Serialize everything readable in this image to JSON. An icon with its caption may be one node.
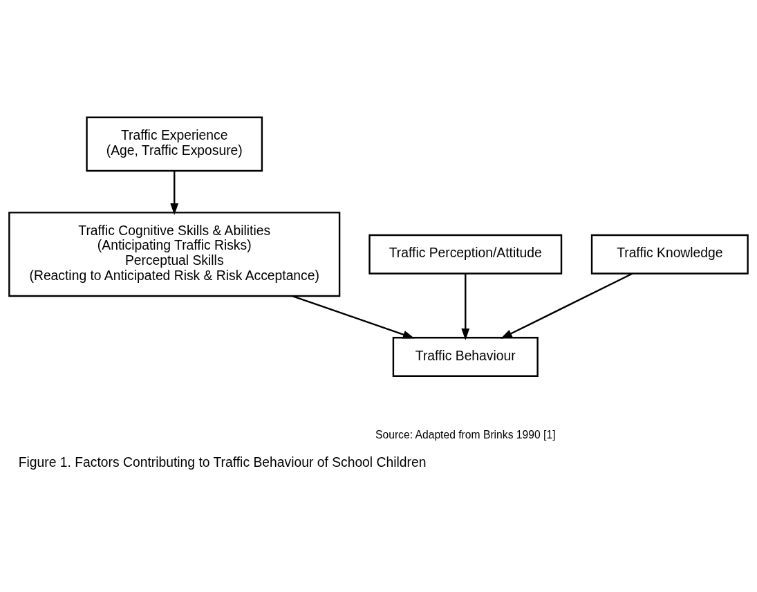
{
  "diagram": {
    "caption": "Figure 1. Factors Contributing to Traffic Behaviour of School Children",
    "nodes": [
      {
        "text": [
          "Traffic Experience",
          "(Age, Traffic Exposure)"
        ]
      },
      {
        "text": [
          "Traffic Cognitive Skills & Abilities",
          "(Anticipating Traffic Risks)",
          "Perceptual Skills",
          "(Reacting to Anticipated Risk & Risk Acceptance)"
        ]
      },
      {
        "text": [
          "Traffic Perception/Attitude"
        ]
      },
      {
        "text": [
          "Traffic Knowledge"
        ]
      },
      {
        "text": [
          "Traffic Behaviour"
        ]
      }
    ],
    "edges": [
      {
        "from": 0,
        "to": 1,
        "arrow": "to"
      },
      {
        "from": 1,
        "to": 4,
        "arrow": "to"
      },
      {
        "from": 2,
        "to": 4,
        "arrow": "to"
      },
      {
        "from": 3,
        "to": 4,
        "arrow": "to"
      }
    ],
    "labels": [
      "Source: Adapted from Brinks 1990 [1]"
    ]
  }
}
